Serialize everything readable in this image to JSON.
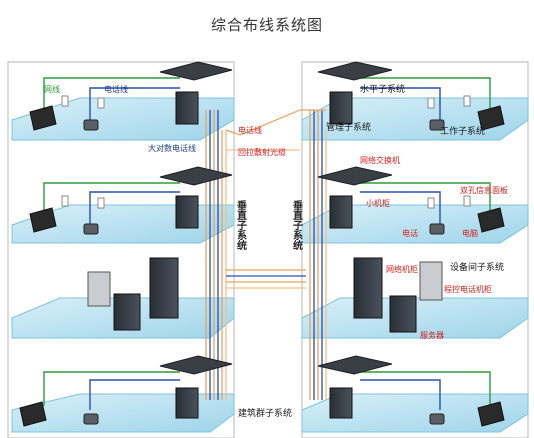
{
  "title": "综合布线系统图",
  "colors": {
    "floor": "#bfe4f2",
    "floor_edge": "#7cc3de",
    "green_cable": "#2e9a3c",
    "blue_cable": "#2a4fb0",
    "orange_cable": "#e8a25a",
    "red_label": "#d62020",
    "dark_label": "#1a1a1a",
    "blue_label": "#1c3d8c"
  },
  "left_labels": {
    "network_line": "网线",
    "phone_line": "电话线",
    "power_line": "电话线",
    "big_pair_phone_line": "大对数电话线",
    "indoor_fiber": "回拉敷射光缆",
    "vertical_subsystem": "垂直子系统",
    "building_group": "建筑群子系统"
  },
  "right_labels": {
    "horizontal_subsystem": "水平子系统",
    "management_subsystem": "管理子系统",
    "work_area_subsystem": "工作子系统",
    "network_switch": "网络交换机",
    "dual_port_panel": "双孔信息面板",
    "small_cabinet": "小机柜",
    "phone": "电话",
    "computer": "电脑",
    "network_cabinet": "网络机柜",
    "equipment_room": "设备间子系统",
    "program_phone_cabinet": "程控电话机柜",
    "server": "服务器",
    "vertical_subsystem": "垂直子系统"
  }
}
